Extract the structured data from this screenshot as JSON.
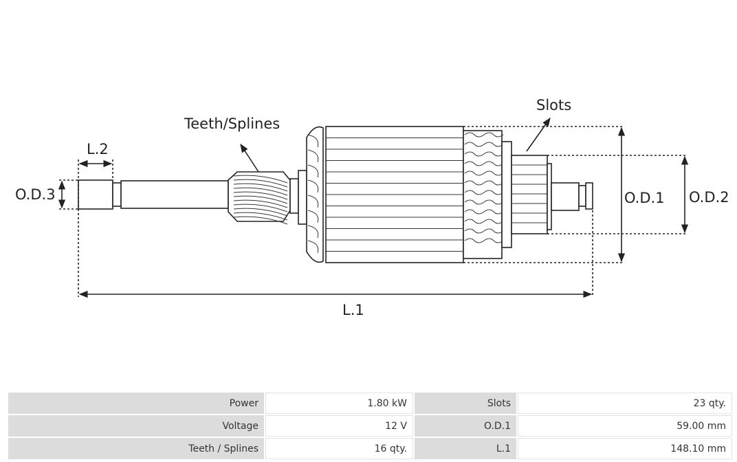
{
  "diagram": {
    "labels": {
      "teeth_splines": "Teeth/Splines",
      "slots": "Slots",
      "l2": "L.2",
      "od3": "O.D.3",
      "od1": "O.D.1",
      "od2": "O.D.2",
      "l1": "L.1"
    }
  },
  "specs": [
    {
      "label": "Power",
      "value": "1.80 kW",
      "label2": "Slots",
      "value2": "23 qty."
    },
    {
      "label": "Voltage",
      "value": "12 V",
      "label2": "O.D.1",
      "value2": "59.00  mm"
    },
    {
      "label": "Teeth / Splines",
      "value": "16 qty.",
      "label2": "L.1",
      "value2": "148.10  mm"
    }
  ]
}
